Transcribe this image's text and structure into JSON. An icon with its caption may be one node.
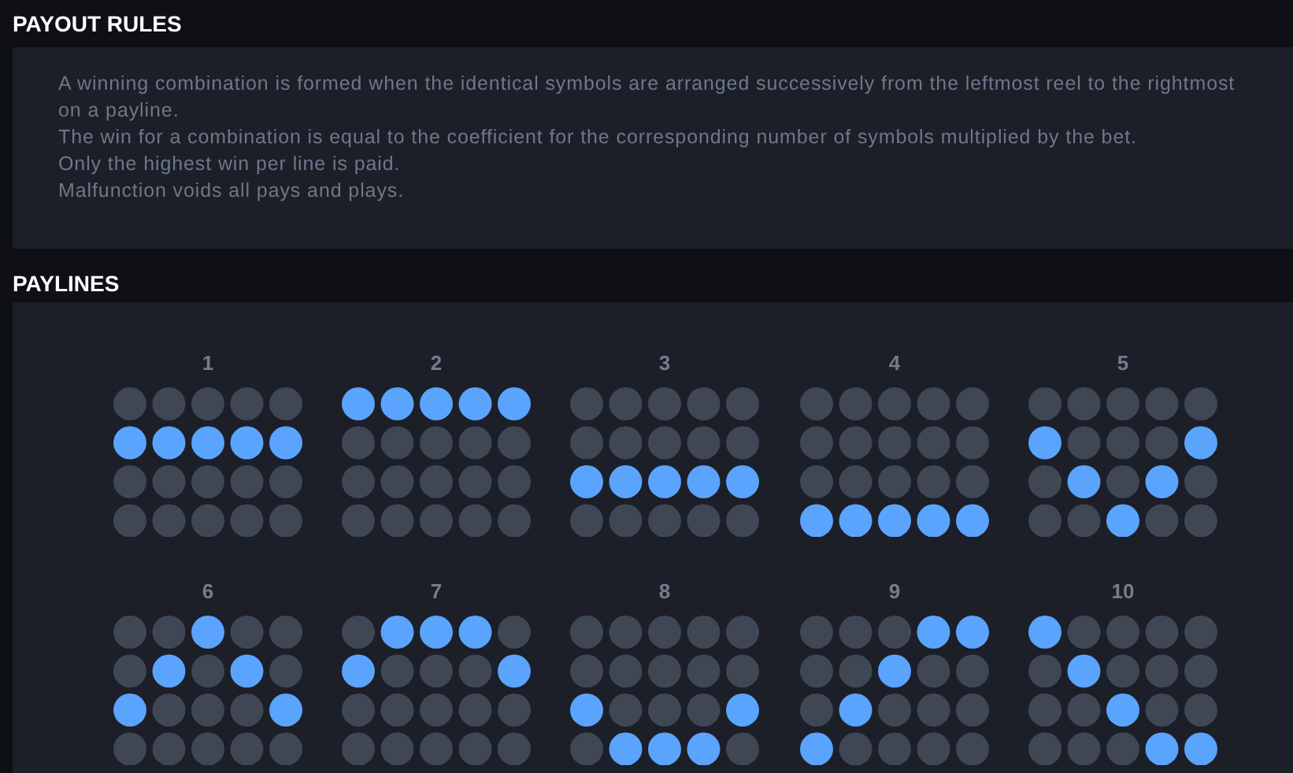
{
  "diagram": {
    "nodes": [
      {
        "text": [
          "PAYOUT RULES",
          "A winning combination is formed when the identical symbols are arranged successively from the leftmost reel to the rightmost on a payline.",
          "The win for a combination is equal to the coefficient for the corresponding number of symbols multiplied by the bet.",
          "Only the highest win per line is paid.",
          "Malfunction voids all pays and plays."
        ]
      },
      {
        "text": [
          "PAYLINES"
        ]
      },
      {
        "text": [
          "1"
        ],
        "in": 1
      },
      {
        "text": [
          "2"
        ],
        "in": 1
      },
      {
        "text": [
          "3"
        ],
        "in": 1
      },
      {
        "text": [
          "4"
        ],
        "in": 1
      },
      {
        "text": [
          "5"
        ],
        "in": 1
      },
      {
        "text": [
          "6"
        ],
        "in": 1
      },
      {
        "text": [
          "7"
        ],
        "in": 1
      },
      {
        "text": [
          "8"
        ],
        "in": 1
      },
      {
        "text": [
          "9"
        ],
        "in": 1
      },
      {
        "text": [
          "10"
        ],
        "in": 1
      }
    ]
  }
}
